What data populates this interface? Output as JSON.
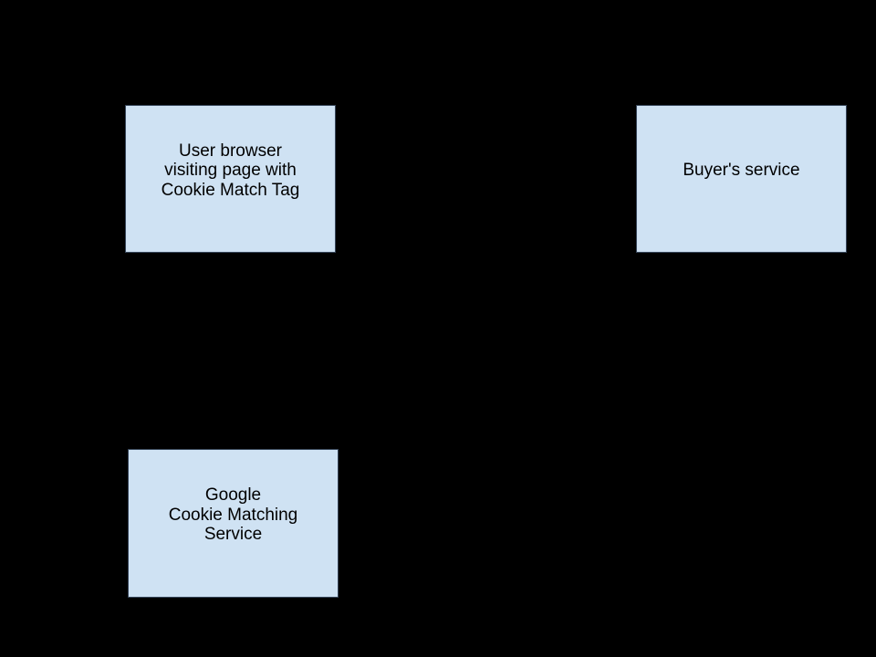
{
  "canvas": {
    "background_color": "#000000"
  },
  "diagram": {
    "node_fill_color": "#cfe2f3",
    "node_border_color": "#37465a",
    "node_text_color": "#000000",
    "nodes": [
      {
        "id": "user-browser",
        "lines": [
          "User browser",
          "visiting page with",
          "Cookie Match Tag"
        ]
      },
      {
        "id": "buyers-service",
        "lines": [
          "Buyer's service"
        ]
      },
      {
        "id": "google-cookie-matching-service",
        "lines": [
          "Google",
          "Cookie Matching",
          "Service"
        ]
      }
    ]
  }
}
